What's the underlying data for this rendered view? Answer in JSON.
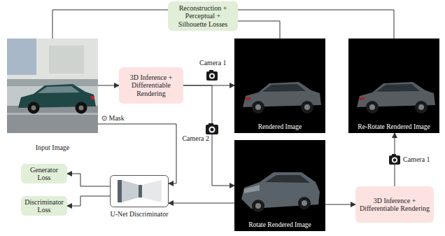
{
  "diagram": {
    "nodes": [
      {
        "text": [
          "Reconstruction + Perceptual + Silhouette Losses"
        ]
      },
      {
        "text": [
          "Input Image"
        ]
      },
      {
        "text": [
          "3D Inference + Differentiable Rendering"
        ]
      },
      {
        "text": [
          "Rendered Image"
        ]
      },
      {
        "text": [
          "Re-Rotate Rendered Image"
        ]
      },
      {
        "text": [
          "Generator Loss"
        ]
      },
      {
        "text": [
          "Discriminator Loss"
        ]
      },
      {
        "text": [
          "U-Net Discriminator"
        ]
      },
      {
        "text": [
          "Rotate Rendered Image"
        ]
      },
      {
        "text": [
          "3D Inference + Differentiable Rendering"
        ]
      }
    ],
    "edges": [
      {
        "from": 1,
        "to": 2,
        "arrow": "to"
      },
      {
        "from": 2,
        "to": 3,
        "label": "Camera 1",
        "arrow": "to"
      },
      {
        "from": 2,
        "to": 8,
        "label": "Camera 2",
        "arrow": "to"
      },
      {
        "from": 1,
        "to": 7,
        "label": "⊙ Mask",
        "arrow": "to"
      },
      {
        "from": 8,
        "to": 7,
        "arrow": "to"
      },
      {
        "from": 7,
        "to": 5,
        "arrow": "to"
      },
      {
        "from": 7,
        "to": 6,
        "arrow": "to"
      },
      {
        "from": 8,
        "to": 9,
        "arrow": "to"
      },
      {
        "from": 9,
        "to": 4,
        "label": "Camera 1",
        "arrow": "to"
      },
      {
        "from": 1,
        "to": 0,
        "arrow": "none"
      },
      {
        "from": 3,
        "to": 0,
        "arrow": "none"
      },
      {
        "from": 4,
        "to": 0,
        "arrow": "none"
      }
    ]
  }
}
